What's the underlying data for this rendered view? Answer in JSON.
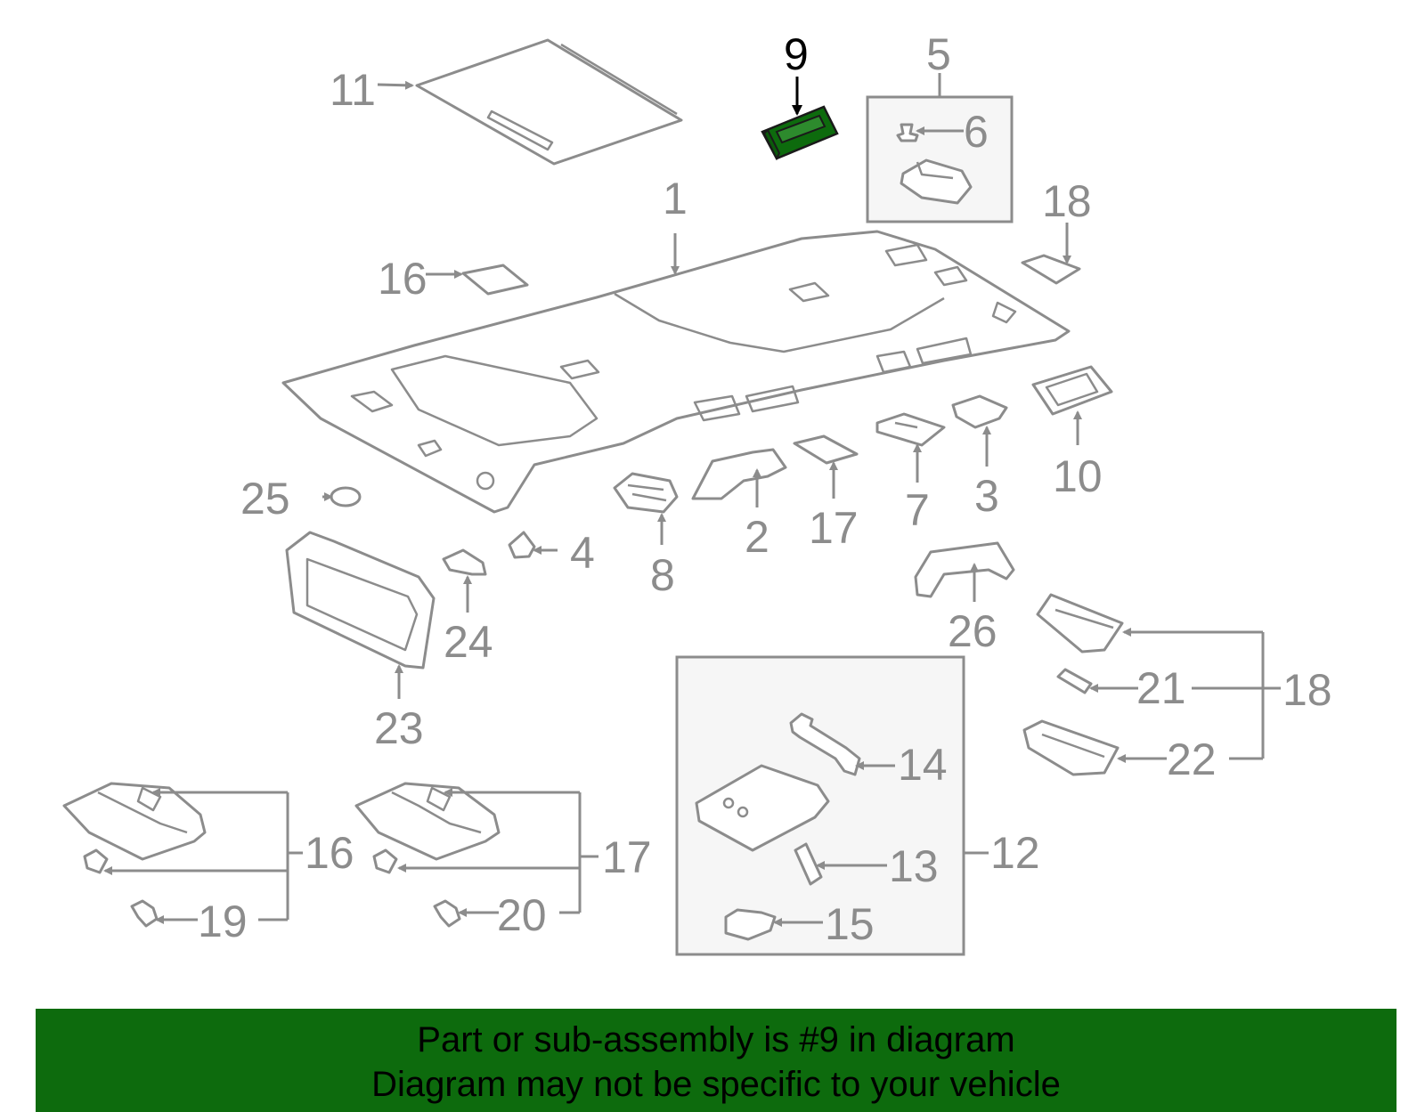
{
  "highlight_color": "#0d6b0d",
  "callouts": {
    "c1": "1",
    "c2": "2",
    "c3": "3",
    "c4": "4",
    "c5": "5",
    "c6": "6",
    "c7": "7",
    "c8": "8",
    "c9": "9",
    "c10": "10",
    "c11": "11",
    "c12": "12",
    "c13": "13",
    "c14": "14",
    "c15": "15",
    "c16a": "16",
    "c16b": "16",
    "c17a": "17",
    "c17b": "17",
    "c18a": "18",
    "c18b": "18",
    "c19": "19",
    "c20": "20",
    "c21": "21",
    "c22": "22",
    "c23": "23",
    "c24": "24",
    "c25": "25",
    "c26": "26"
  },
  "banner": {
    "line1": "Part or sub-assembly is #9 in diagram",
    "line2": "Diagram may not be specific to your vehicle"
  }
}
